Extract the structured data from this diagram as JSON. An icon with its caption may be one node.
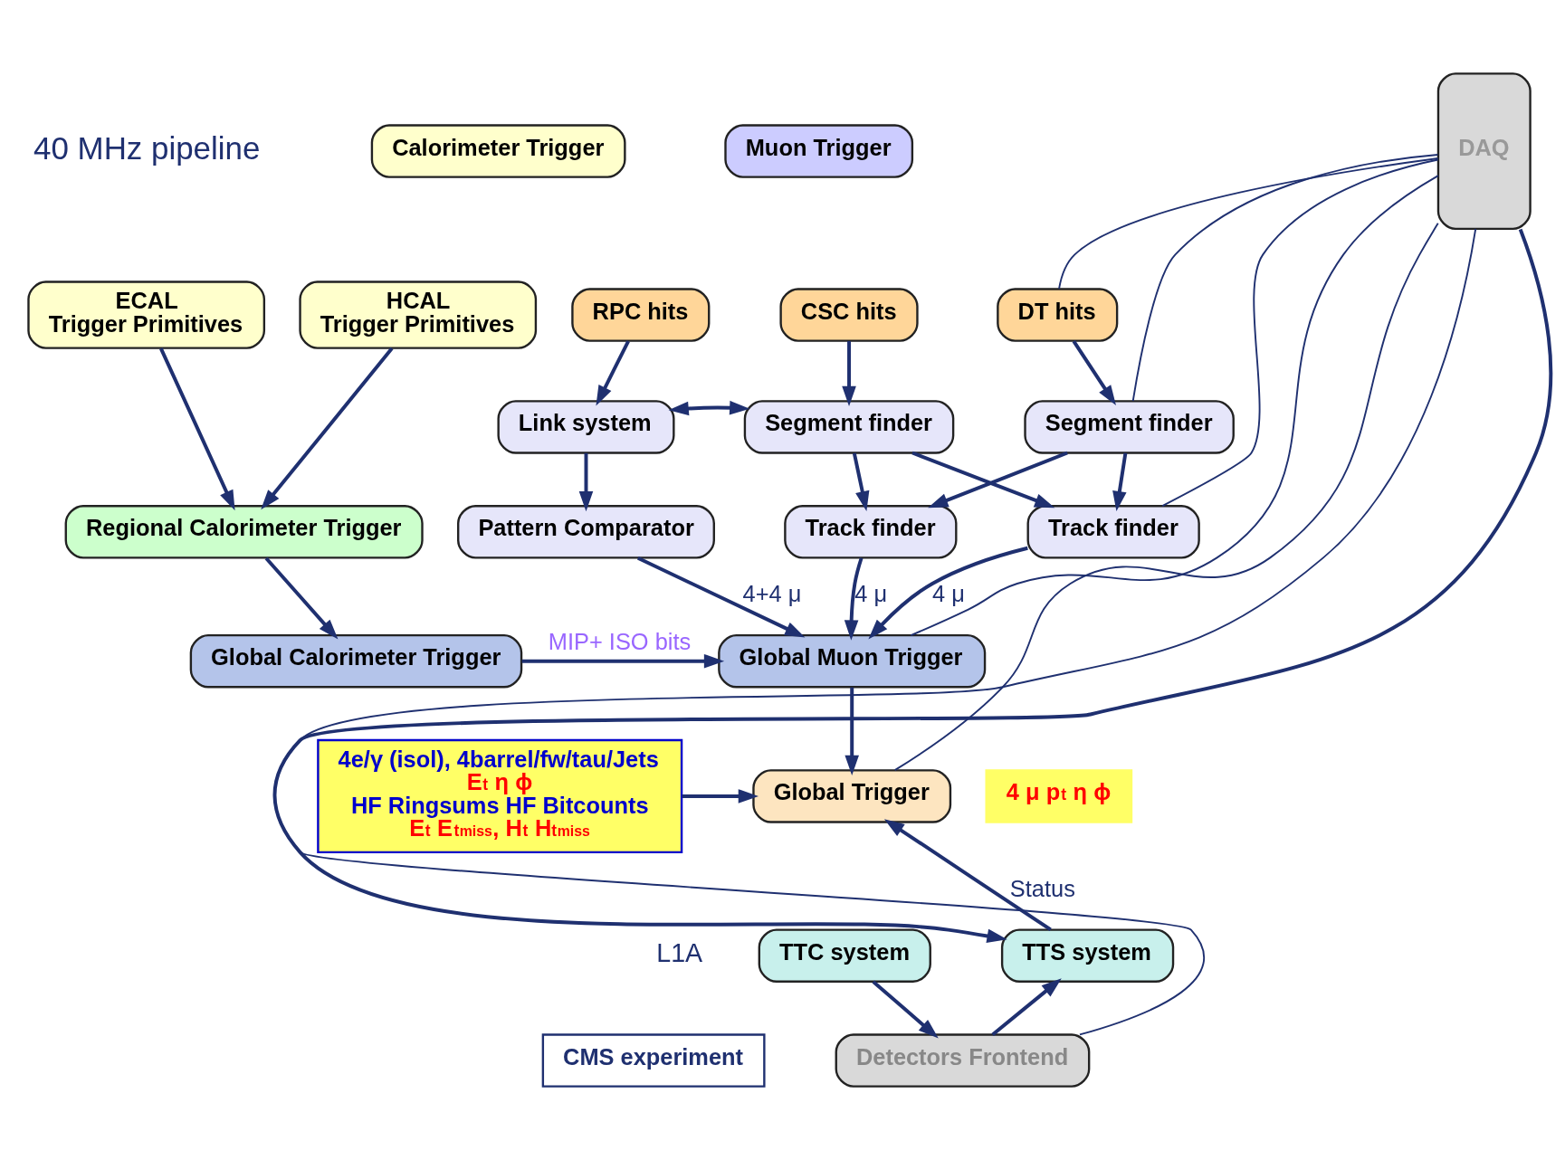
{
  "diagram": {
    "nodes": [
      {
        "text": [
          "Calorimeter Trigger"
        ]
      },
      {
        "text": [
          "Muon Trigger"
        ]
      },
      {
        "text": [
          "DAQ"
        ]
      },
      {
        "text": [
          "ECAL",
          "Trigger Primitives"
        ]
      },
      {
        "text": [
          "HCAL",
          "Trigger Primitives"
        ]
      },
      {
        "text": [
          "RPC hits"
        ]
      },
      {
        "text": [
          "CSC hits"
        ]
      },
      {
        "text": [
          "DT hits"
        ]
      },
      {
        "text": [
          "Link system"
        ]
      },
      {
        "text": [
          "Segment finder"
        ]
      },
      {
        "text": [
          "Segment finder"
        ]
      },
      {
        "text": [
          "Pattern Comparator"
        ]
      },
      {
        "text": [
          "Track finder"
        ]
      },
      {
        "text": [
          "Track finder"
        ]
      },
      {
        "text": [
          "Regional Calorimeter Trigger"
        ]
      },
      {
        "text": [
          "Global Calorimeter Trigger"
        ]
      },
      {
        "text": [
          "Global Muon Trigger"
        ]
      },
      {
        "text": [
          "4e/γ (isol), 4barrel/fw/tau/Jets",
          "E$_{t}$ η ϕ",
          "HF Ringsums HF Bitcounts",
          "E$_{t}$ E$_{t}$$^{miss}$, H$_{t}$ H$_{t}$$^{miss}$"
        ]
      },
      {
        "text": [
          "Global Trigger"
        ]
      },
      {
        "text": [
          "TTC system"
        ]
      },
      {
        "text": [
          "TTS system"
        ]
      },
      {
        "text": [
          "Detectors Frontend"
        ]
      },
      {
        "text": [
          "4 μ p$_{t}$ η ϕ"
        ]
      },
      {
        "text": [
          "CMS experiment"
        ]
      }
    ],
    "edges": [
      {
        "from": 3,
        "to": 14,
        "arrow": "to"
      },
      {
        "from": 4,
        "to": 14,
        "arrow": "to"
      },
      {
        "from": 14,
        "to": 15,
        "arrow": "to"
      },
      {
        "from": 15,
        "to": 16,
        "arrow": "to",
        "label": "MIP+ ISO bits"
      },
      {
        "from": 5,
        "to": 8,
        "arrow": "to"
      },
      {
        "from": 6,
        "to": 9,
        "arrow": "to"
      },
      {
        "from": 7,
        "to": 10,
        "arrow": "to"
      },
      {
        "from": 8,
        "to": 9,
        "arrow": "both"
      },
      {
        "from": 8,
        "to": 11,
        "arrow": "to"
      },
      {
        "from": 9,
        "to": 12,
        "arrow": "to"
      },
      {
        "from": 10,
        "to": 13,
        "arrow": "to"
      },
      {
        "from": 9,
        "to": 13,
        "arrow": "to"
      },
      {
        "from": 10,
        "to": 12,
        "arrow": "to"
      },
      {
        "from": 11,
        "to": 16,
        "arrow": "to",
        "label": "4+4 μ"
      },
      {
        "from": 12,
        "to": 16,
        "arrow": "to",
        "label": "4 μ"
      },
      {
        "from": 13,
        "to": 16,
        "arrow": "to",
        "label": "4 μ"
      },
      {
        "from": 16,
        "to": 18,
        "arrow": "to"
      },
      {
        "from": 17,
        "to": 18,
        "arrow": "to"
      },
      {
        "from": 20,
        "to": 18,
        "arrow": "to",
        "label": "Status"
      },
      {
        "from": 19,
        "to": 21,
        "arrow": "to"
      },
      {
        "from": 21,
        "to": 20,
        "arrow": "to"
      },
      {
        "from": 2,
        "to": 20,
        "arrow": "to"
      },
      {
        "from": 7,
        "to": 2,
        "arrow": "none"
      },
      {
        "from": 10,
        "to": 2,
        "arrow": "none"
      },
      {
        "from": 13,
        "to": 2,
        "arrow": "none"
      },
      {
        "from": 16,
        "to": 2,
        "arrow": "none"
      },
      {
        "from": 18,
        "to": 2,
        "arrow": "none"
      },
      {
        "from": 21,
        "to": 2,
        "arrow": "none"
      }
    ],
    "labels": [
      "40 MHz pipeline",
      "L1A"
    ]
  }
}
